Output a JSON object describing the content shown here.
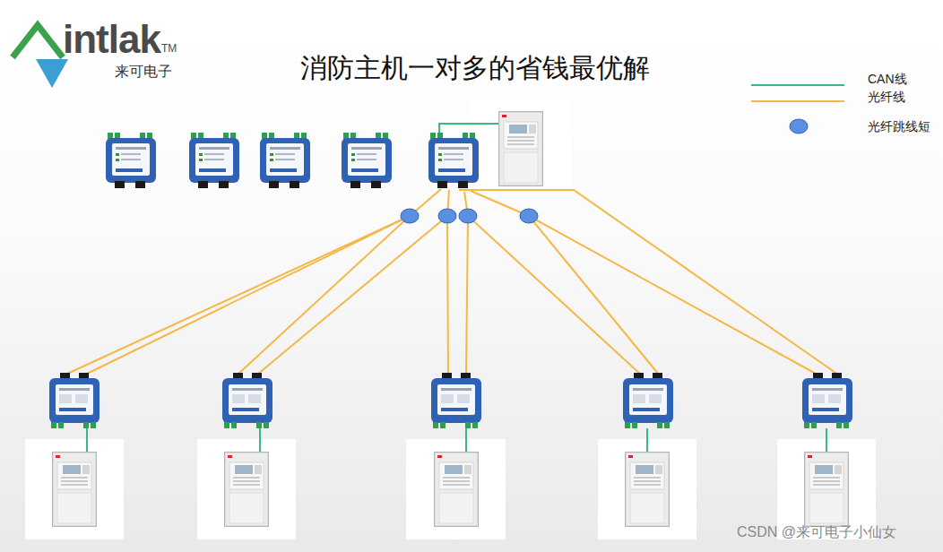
{
  "diagram": {
    "title": "消防主机一对多的省钱最优解",
    "labels": [
      "intlak",
      "TM",
      "来可电子",
      "CSDN @来可电子小仙女"
    ],
    "legend": [
      {
        "text": "CAN线"
      },
      {
        "text": "光纤线"
      },
      {
        "text": "光纤跳线短"
      }
    ]
  }
}
